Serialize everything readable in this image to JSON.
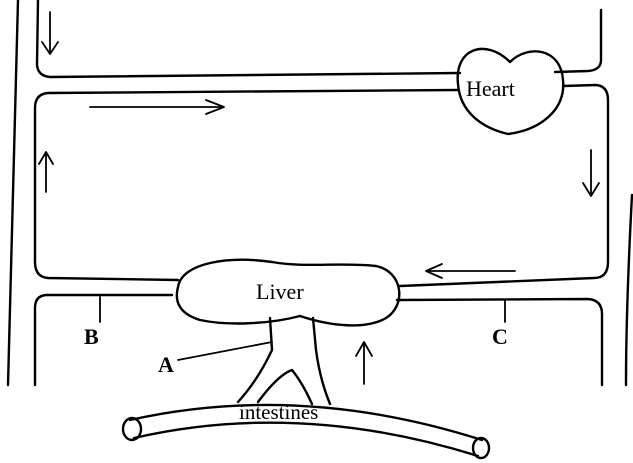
{
  "labels": {
    "heart": "Heart",
    "liver": "Liver",
    "intestines": "intestines",
    "a": "A",
    "b": "B",
    "c": "C"
  },
  "ink_color": "#000000",
  "background_color": "#ffffff"
}
